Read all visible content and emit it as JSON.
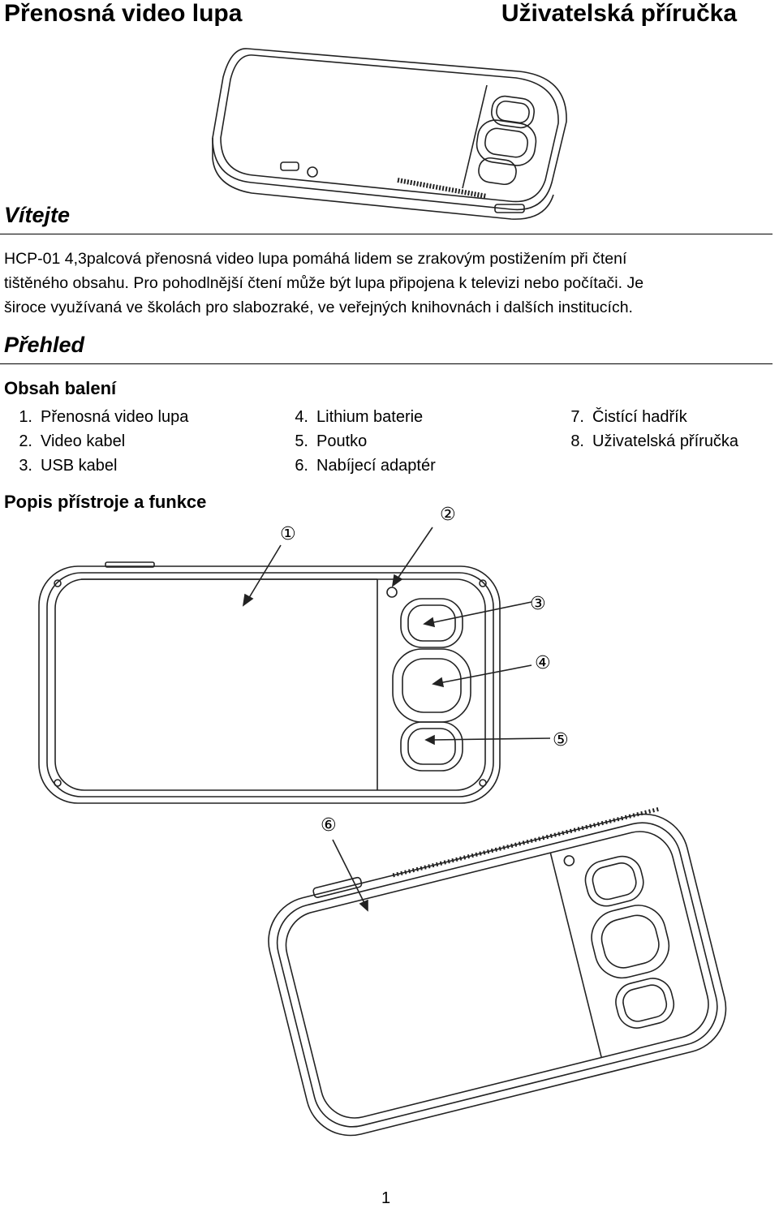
{
  "header": {
    "left": "Přenosná video lupa",
    "right": "Uživatelská příručka"
  },
  "welcome": {
    "heading": "Vítejte",
    "lines": [
      "HCP-01 4,3palcová přenosná video lupa pomáhá lidem se zrakovým postižením při čtení",
      "tištěného obsahu. Pro pohodlnější čtení může být lupa připojena k televizi nebo počítači. Je",
      "široce využívaná ve školách pro slabozraké, ve veřejných knihovnách i dalších institucích."
    ]
  },
  "overview": {
    "heading": "Přehled",
    "package_heading": "Obsah balení",
    "items": [
      {
        "num": "1.",
        "label": "Přenosná video lupa"
      },
      {
        "num": "2.",
        "label": "Video kabel"
      },
      {
        "num": "3.",
        "label": "USB kabel"
      },
      {
        "num": "4.",
        "label": "Lithium baterie"
      },
      {
        "num": "5.",
        "label": "Poutko"
      },
      {
        "num": "6.",
        "label": "Nabíjecí adaptér"
      },
      {
        "num": "7.",
        "label": "Čistící hadřík"
      },
      {
        "num": "8.",
        "label": "Uživatelská příručka"
      }
    ]
  },
  "device": {
    "heading": "Popis přístroje a funkce",
    "callouts": [
      "①",
      "②",
      "③",
      "④",
      "⑤",
      "⑥"
    ]
  },
  "page_number": "1"
}
